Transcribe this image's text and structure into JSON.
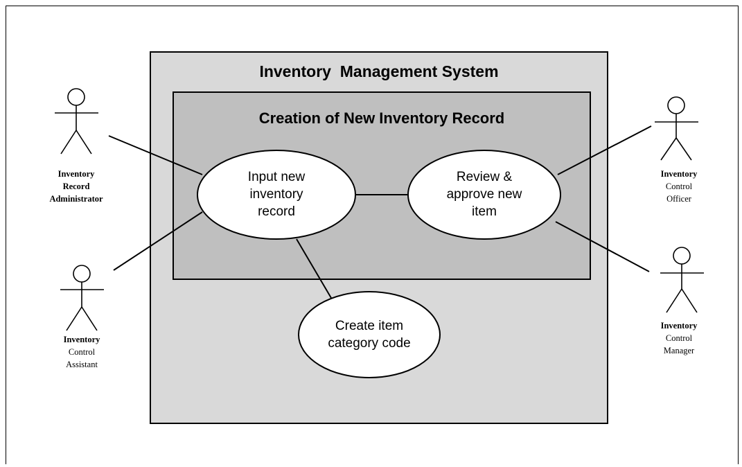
{
  "system": {
    "title": "Inventory  Management System"
  },
  "subsystem": {
    "title": "Creation of New Inventory Record"
  },
  "use_cases": {
    "input_record": {
      "lines": [
        "Input new",
        "inventory",
        "record"
      ]
    },
    "review_approve": {
      "lines": [
        "Review &",
        "approve new",
        "item"
      ]
    },
    "create_category": {
      "lines": [
        "Create item",
        "category code"
      ]
    }
  },
  "actors": {
    "admin": {
      "lines": [
        "Inventory",
        "Record",
        "Administrator"
      ]
    },
    "assistant": {
      "lines": [
        "Inventory",
        "Control",
        "Assistant"
      ]
    },
    "officer": {
      "lines": [
        "Inventory",
        "Control",
        "Officer"
      ]
    },
    "manager": {
      "lines": [
        "Inventory",
        "Control",
        "Manager"
      ]
    }
  }
}
